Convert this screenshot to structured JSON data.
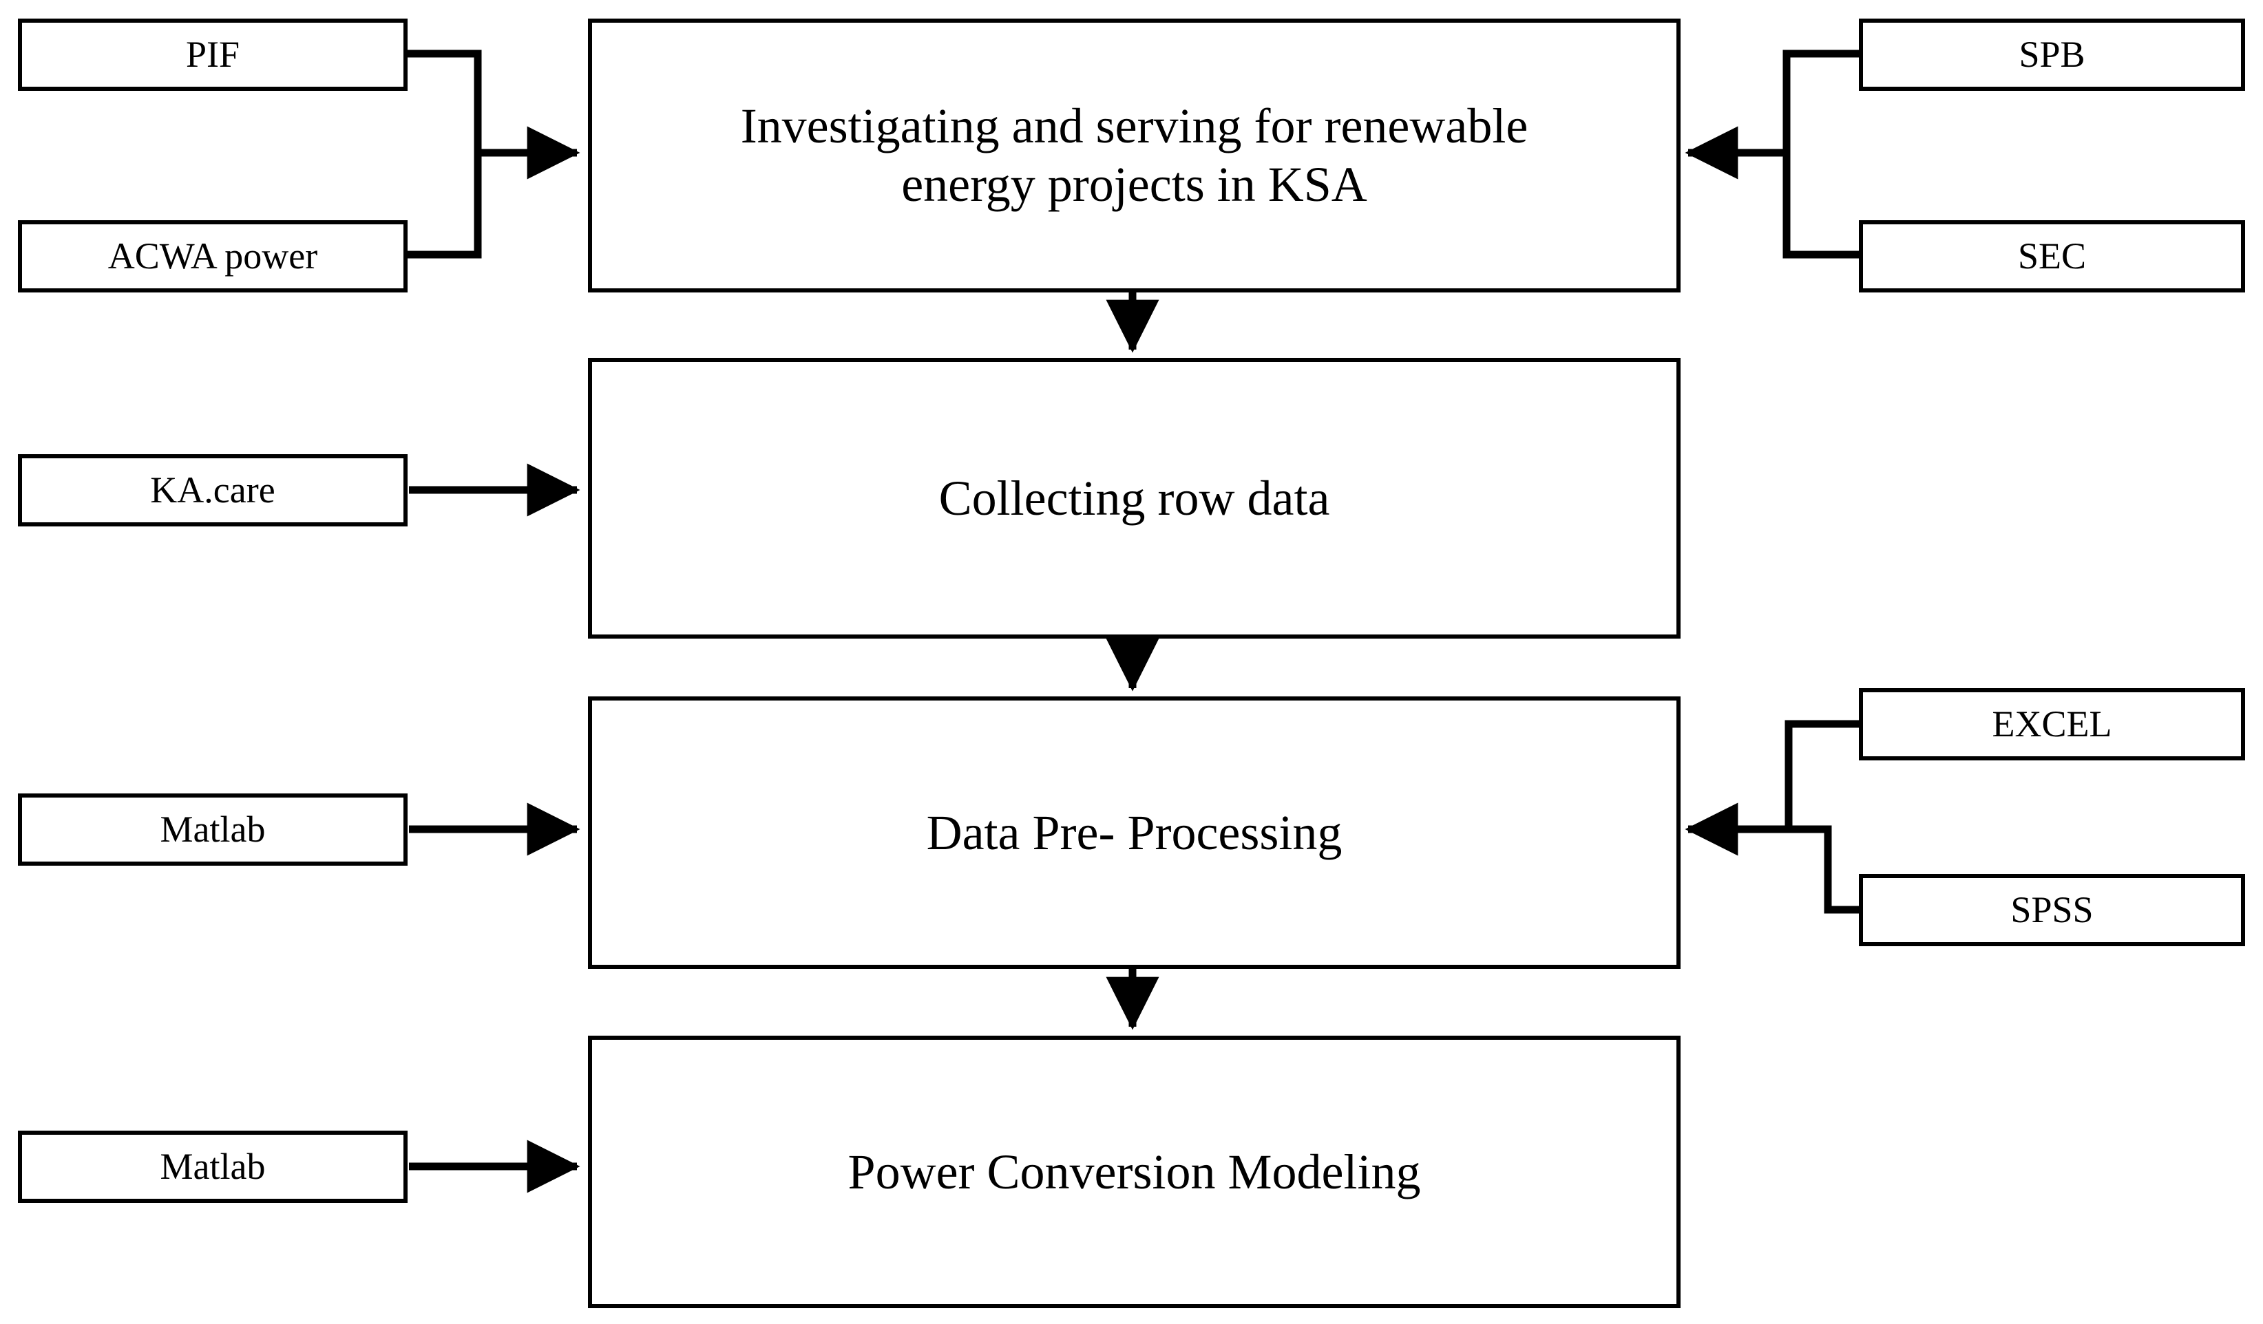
{
  "diagram": {
    "title": "Research methodology flowchart",
    "background_color": "#ffffff",
    "line_color": "#000000",
    "text_color": "#000000",
    "main_nodes": [
      {
        "id": "investigating",
        "label": "Investigating and serving for renewable\nenergy projects in KSA"
      },
      {
        "id": "collecting",
        "label": "Collecting row data"
      },
      {
        "id": "preprocessing",
        "label": "Data Pre- Processing"
      },
      {
        "id": "modeling",
        "label": "Power Conversion Modeling"
      }
    ],
    "left_inputs": [
      {
        "id": "pif",
        "label": "PIF"
      },
      {
        "id": "acwa",
        "label": "ACWA power"
      },
      {
        "id": "kacare",
        "label": "KA.care"
      },
      {
        "id": "matlab_pre",
        "label": "Matlab"
      },
      {
        "id": "matlab_model",
        "label": "Matlab"
      }
    ],
    "right_inputs": [
      {
        "id": "spb",
        "label": "SPB"
      },
      {
        "id": "sec",
        "label": "SEC"
      },
      {
        "id": "excel",
        "label": "EXCEL"
      },
      {
        "id": "spss",
        "label": "SPSS"
      }
    ],
    "flow_arrows": [
      {
        "from": "investigating",
        "to": "collecting",
        "direction": "down"
      },
      {
        "from": "collecting",
        "to": "preprocessing",
        "direction": "down"
      },
      {
        "from": "preprocessing",
        "to": "modeling",
        "direction": "down"
      }
    ],
    "input_arrows": [
      {
        "from": [
          "pif",
          "acwa"
        ],
        "to": "investigating",
        "direction": "right"
      },
      {
        "from": [
          "spb",
          "sec"
        ],
        "to": "investigating",
        "direction": "left"
      },
      {
        "from": [
          "kacare"
        ],
        "to": "collecting",
        "direction": "right"
      },
      {
        "from": [
          "matlab_pre"
        ],
        "to": "preprocessing",
        "direction": "right"
      },
      {
        "from": [
          "excel",
          "spss"
        ],
        "to": "preprocessing",
        "direction": "left"
      },
      {
        "from": [
          "matlab_model"
        ],
        "to": "modeling",
        "direction": "right"
      }
    ]
  }
}
